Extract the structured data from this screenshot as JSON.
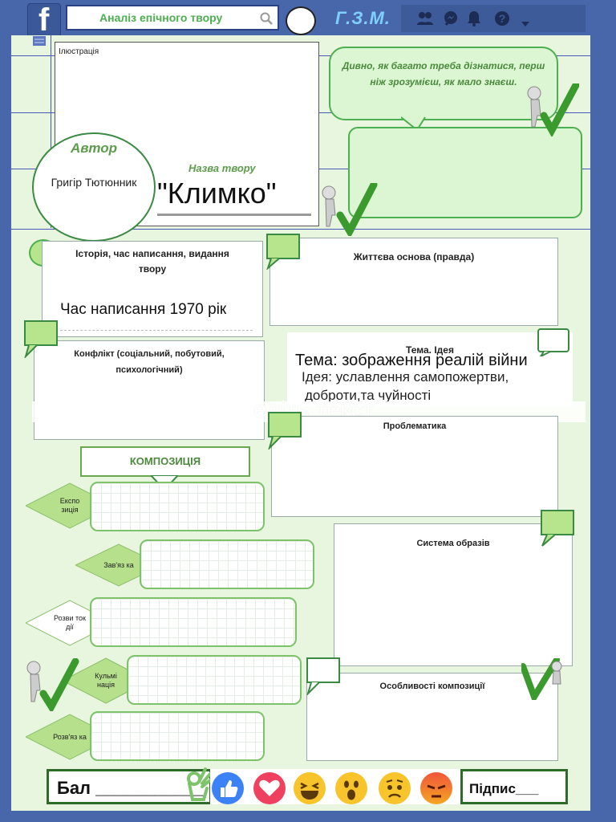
{
  "topbar": {
    "search_value": "Аналіз епічного твору",
    "brand": "Г.З.М.",
    "logo_letter": "f"
  },
  "illustration": {
    "label": "Ілюстрація"
  },
  "quote": {
    "text": "Дивно, як багато треба дізнатися, перш ніж зрозумієш, як мало знаєш."
  },
  "author": {
    "label": "Автор",
    "value": "Григір Тютюнник"
  },
  "work": {
    "label": "Назва твору",
    "value": "\"Климко\""
  },
  "history": {
    "label": "Історія, час написання, видання твору",
    "value": "Час написання 1970 рік"
  },
  "life_basis": {
    "label": "Життєва основа (правда)"
  },
  "conflict": {
    "label": "Конфлікт (соціальний, побутовий, психологічний)"
  },
  "theme": {
    "label": "Тема. Ідея",
    "theme": "Тема: зображення реалій війни",
    "idea_line1": "Ідея: уславлення самопожертви,",
    "idea_line2": "доброти,та чуйності"
  },
  "ghost_text": "едіть текст",
  "problems": {
    "label": "Проблематика"
  },
  "composition": {
    "label": "КОМПОЗИЦІЯ",
    "stages": [
      "Експо зиція",
      "Зав'яз ка",
      "Розви ток дії",
      "Кульмі нація",
      "Розв'яз ка"
    ]
  },
  "images_system": {
    "label": "Система образів"
  },
  "composition_features": {
    "label": "Особливості композиції"
  },
  "footer": {
    "score": "Бал ___________",
    "signature": "Підпис___"
  },
  "colors": {
    "facebook_blue": "#4867aa",
    "green": "#4caf50",
    "sheet": "#e9f6df"
  },
  "icons": [
    "facebook-logo",
    "search-icon",
    "friends-icon",
    "messenger-icon",
    "bell-icon",
    "help-icon",
    "dropdown-icon",
    "like-icon",
    "love-icon",
    "haha-icon",
    "wow-icon",
    "sad-icon",
    "angry-icon",
    "ok-hand-icon"
  ]
}
